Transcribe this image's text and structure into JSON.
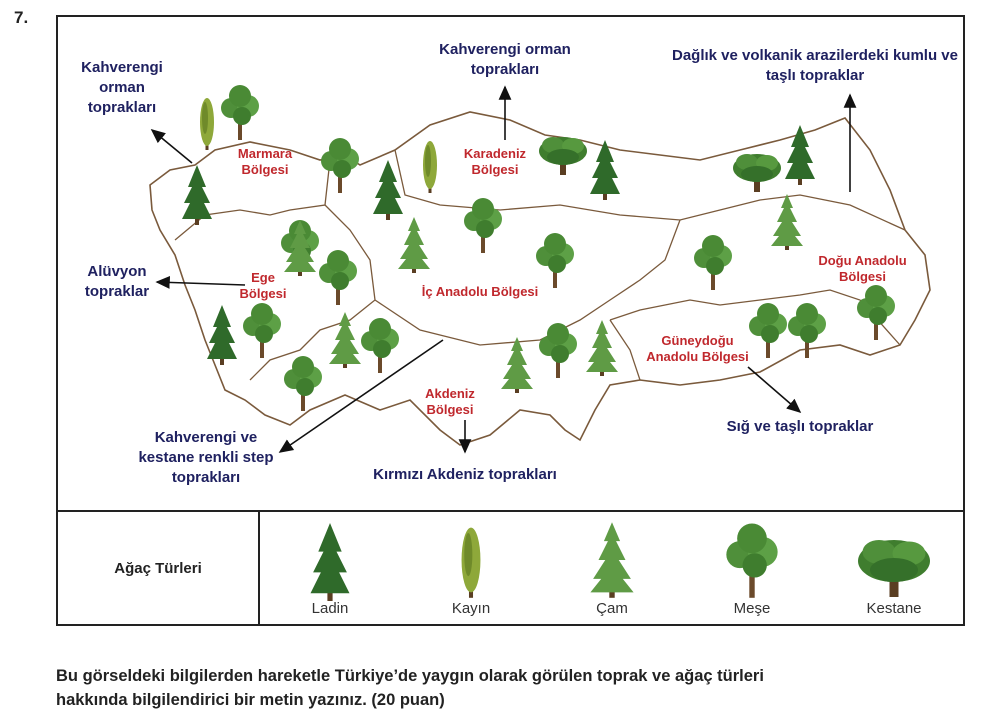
{
  "question_number": "7.",
  "map": {
    "soil_labels": {
      "marmara_soil": "Kahverengi orman toprakları",
      "karadeniz_soil": "Kahverengi orman toprakları",
      "dogu_soil": "Dağlık ve volkanik arazilerdeki kumlu ve taşlı topraklar",
      "ege_soil": "Alüvyon topraklar",
      "ic_anadolu_soil": "Kahverengi ve kestane renkli step toprakları",
      "akdeniz_soil": "Kırmızı Akdeniz toprakları",
      "guneydogu_soil": "Sığ ve taşlı topraklar"
    },
    "regions": {
      "marmara": "Marmara Bölgesi",
      "karadeniz": "Karadeniz Bölgesi",
      "ege": "Ege Bölgesi",
      "ic_anadolu": "İç Anadolu Bölgesi",
      "dogu_anadolu": "Doğu Anadolu Bölgesi",
      "guneydogu": "Güneydoğu Anadolu Bölgesi",
      "akdeniz": "Akdeniz Bölgesi"
    }
  },
  "legend": {
    "title": "Ağaç Türleri",
    "trees": [
      {
        "name": "Ladin",
        "icon": "spruce-tree-icon"
      },
      {
        "name": "Kayın",
        "icon": "beech-tree-icon"
      },
      {
        "name": "Çam",
        "icon": "pine-tree-icon"
      },
      {
        "name": "Meşe",
        "icon": "oak-tree-icon"
      },
      {
        "name": "Kestane",
        "icon": "chestnut-tree-icon"
      }
    ]
  },
  "question_text": {
    "line1": "Bu görseldeki bilgilerden hareketle Türkiye’de yaygın olarak görülen toprak ve ağaç türleri",
    "line2": "hakkında bilgilendirici bir metin yazınız. (20 puan)"
  },
  "colors": {
    "soil_label": "#1f2160",
    "region_label": "#c0282d",
    "border_line": "#7a5a3c",
    "tree_green": "#3f7d2e"
  }
}
